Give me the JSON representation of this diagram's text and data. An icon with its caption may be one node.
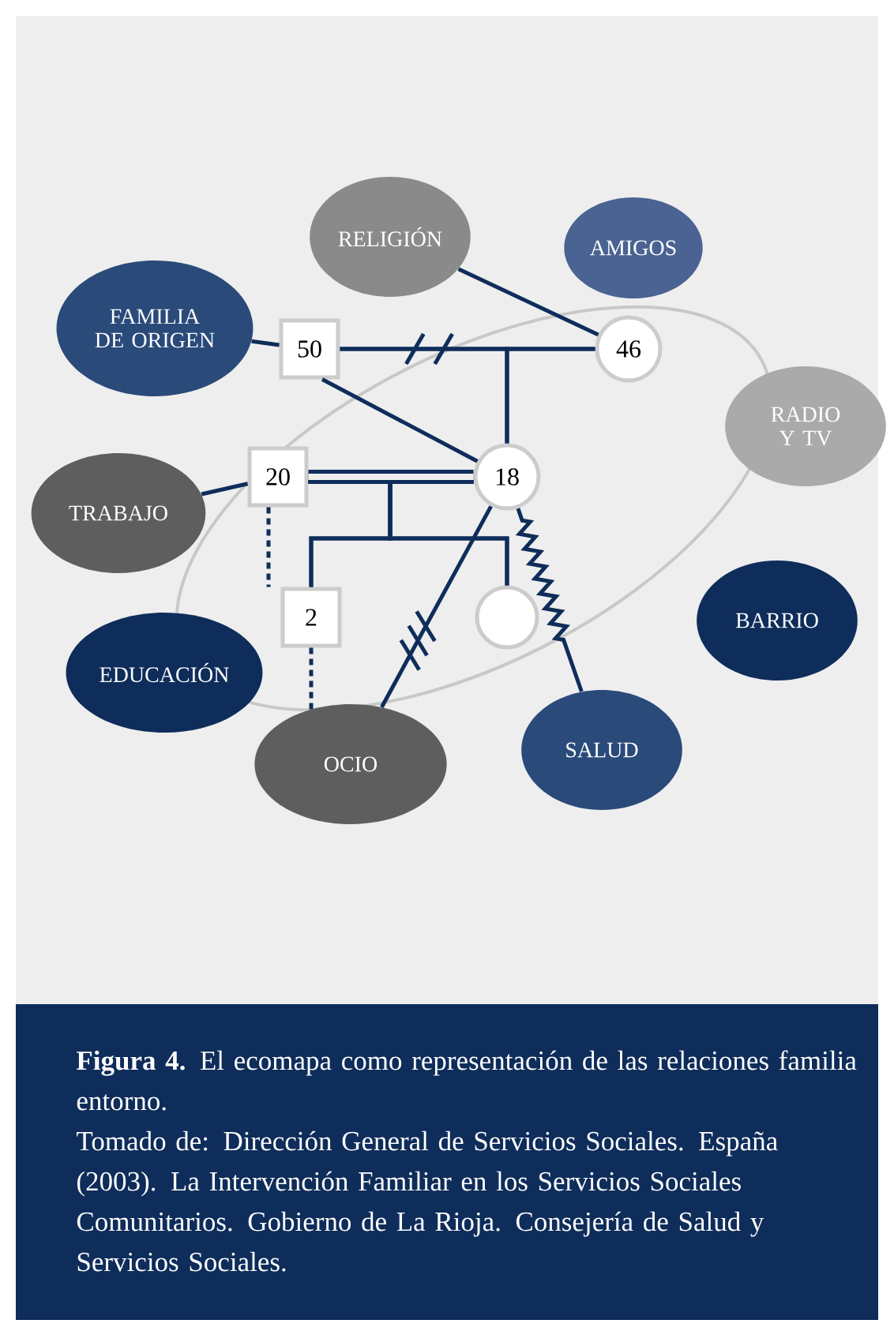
{
  "diagram": {
    "caption": "**Figura 4.** El ecomapa como representación de las relaciones familia entorno.",
    "nodes": [
      {
        "text": [
          "RELIGIÓN"
        ]
      },
      {
        "text": [
          "AMIGOS"
        ]
      },
      {
        "text": [
          "FAMILIA DE ORIGEN"
        ]
      },
      {
        "text": [
          "RADIO Y TV"
        ]
      },
      {
        "text": [
          "TRABAJO"
        ]
      },
      {
        "text": [
          "BARRIO"
        ]
      },
      {
        "text": [
          "EDUCACIÓN"
        ]
      },
      {
        "text": [
          "SALUD"
        ]
      },
      {
        "text": [
          "OCIO"
        ]
      },
      {
        "text": [
          "50"
        ]
      },
      {
        "text": [
          "46"
        ]
      },
      {
        "text": [
          "20"
        ]
      },
      {
        "text": [
          "18"
        ]
      },
      {
        "text": [
          "2"
        ]
      },
      {
        "text": [],
        "shape": "circle"
      }
    ],
    "edges": [
      {
        "from": 0,
        "to": 10,
        "arrow": "none"
      },
      {
        "from": 2,
        "to": 9,
        "arrow": "none"
      },
      {
        "from": 9,
        "to": 12,
        "arrow": "none"
      },
      {
        "from": 9,
        "to": 10,
        "arrow": "none"
      },
      {
        "from": 9,
        "to": 12,
        "arrow": "none"
      },
      {
        "from": 10,
        "to": 12,
        "arrow": "none"
      },
      {
        "from": 4,
        "to": 11,
        "arrow": "none"
      },
      {
        "from": 11,
        "to": 12,
        "arrow": "none",
        "style": "thick"
      },
      {
        "from": 11,
        "to": 13,
        "arrow": "none"
      },
      {
        "from": 12,
        "to": 13,
        "arrow": "none"
      },
      {
        "from": 11,
        "to": 14,
        "arrow": "none"
      },
      {
        "from": 12,
        "to": 14,
        "arrow": "none"
      },
      {
        "from": 11,
        "to": 13,
        "arrow": "none",
        "style": "dashed"
      },
      {
        "from": 13,
        "to": 8,
        "arrow": "none",
        "style": "dashed"
      },
      {
        "from": 12,
        "to": 8,
        "arrow": "none"
      },
      {
        "from": 12,
        "to": 7,
        "arrow": "none"
      }
    ],
    "labels": [
      "Tomado de: Dirección General de Servicios Sociales. España (2003). La Intervención Familiar en los Servicios Sociales Comunitarios. Gobierno de La Rioja. Consejería de Salud y Servicios Sociales."
    ]
  }
}
